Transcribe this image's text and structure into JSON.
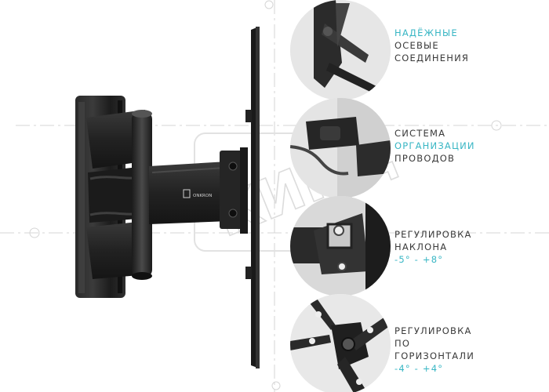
{
  "colors": {
    "accent": "#38b6c4",
    "text": "#3a3a3a",
    "mount_dark": "#1e1e1e",
    "circle_bg": "#e9e9e9",
    "watermark": "#d8d8d8"
  },
  "brand": {
    "logo_text": "ONKRON"
  },
  "watermark_text": "КИКЦ",
  "features": [
    {
      "icon": "hinge-joint-closeup",
      "lines": [
        {
          "text": "НАДЁЖНЫЕ",
          "accent": true
        },
        {
          "text": "ОСЕВЫЕ",
          "accent": false
        },
        {
          "text": "СОЕДИНЕНИЯ",
          "accent": false
        }
      ]
    },
    {
      "icon": "cable-management-closeup",
      "lines": [
        {
          "text": "СИСТЕМА",
          "accent": false
        },
        {
          "text": "ОРГАНИЗАЦИИ",
          "accent": true
        },
        {
          "text": "ПРОВОДОВ",
          "accent": false
        }
      ]
    },
    {
      "icon": "tilt-adjustment-closeup",
      "lines": [
        {
          "text": "РЕГУЛИРОВКА",
          "accent": false
        },
        {
          "text": "НАКЛОНА",
          "accent": false
        },
        {
          "text": "-5° - +8°",
          "accent": true
        }
      ]
    },
    {
      "icon": "swivel-adjustment-closeup",
      "lines": [
        {
          "text": "РЕГУЛИРОВКА",
          "accent": false
        },
        {
          "text": "ПО",
          "accent": false
        },
        {
          "text": "ГОРИЗОНТАЛИ",
          "accent": false
        },
        {
          "text": "-4° - +4°",
          "accent": true
        }
      ]
    }
  ]
}
